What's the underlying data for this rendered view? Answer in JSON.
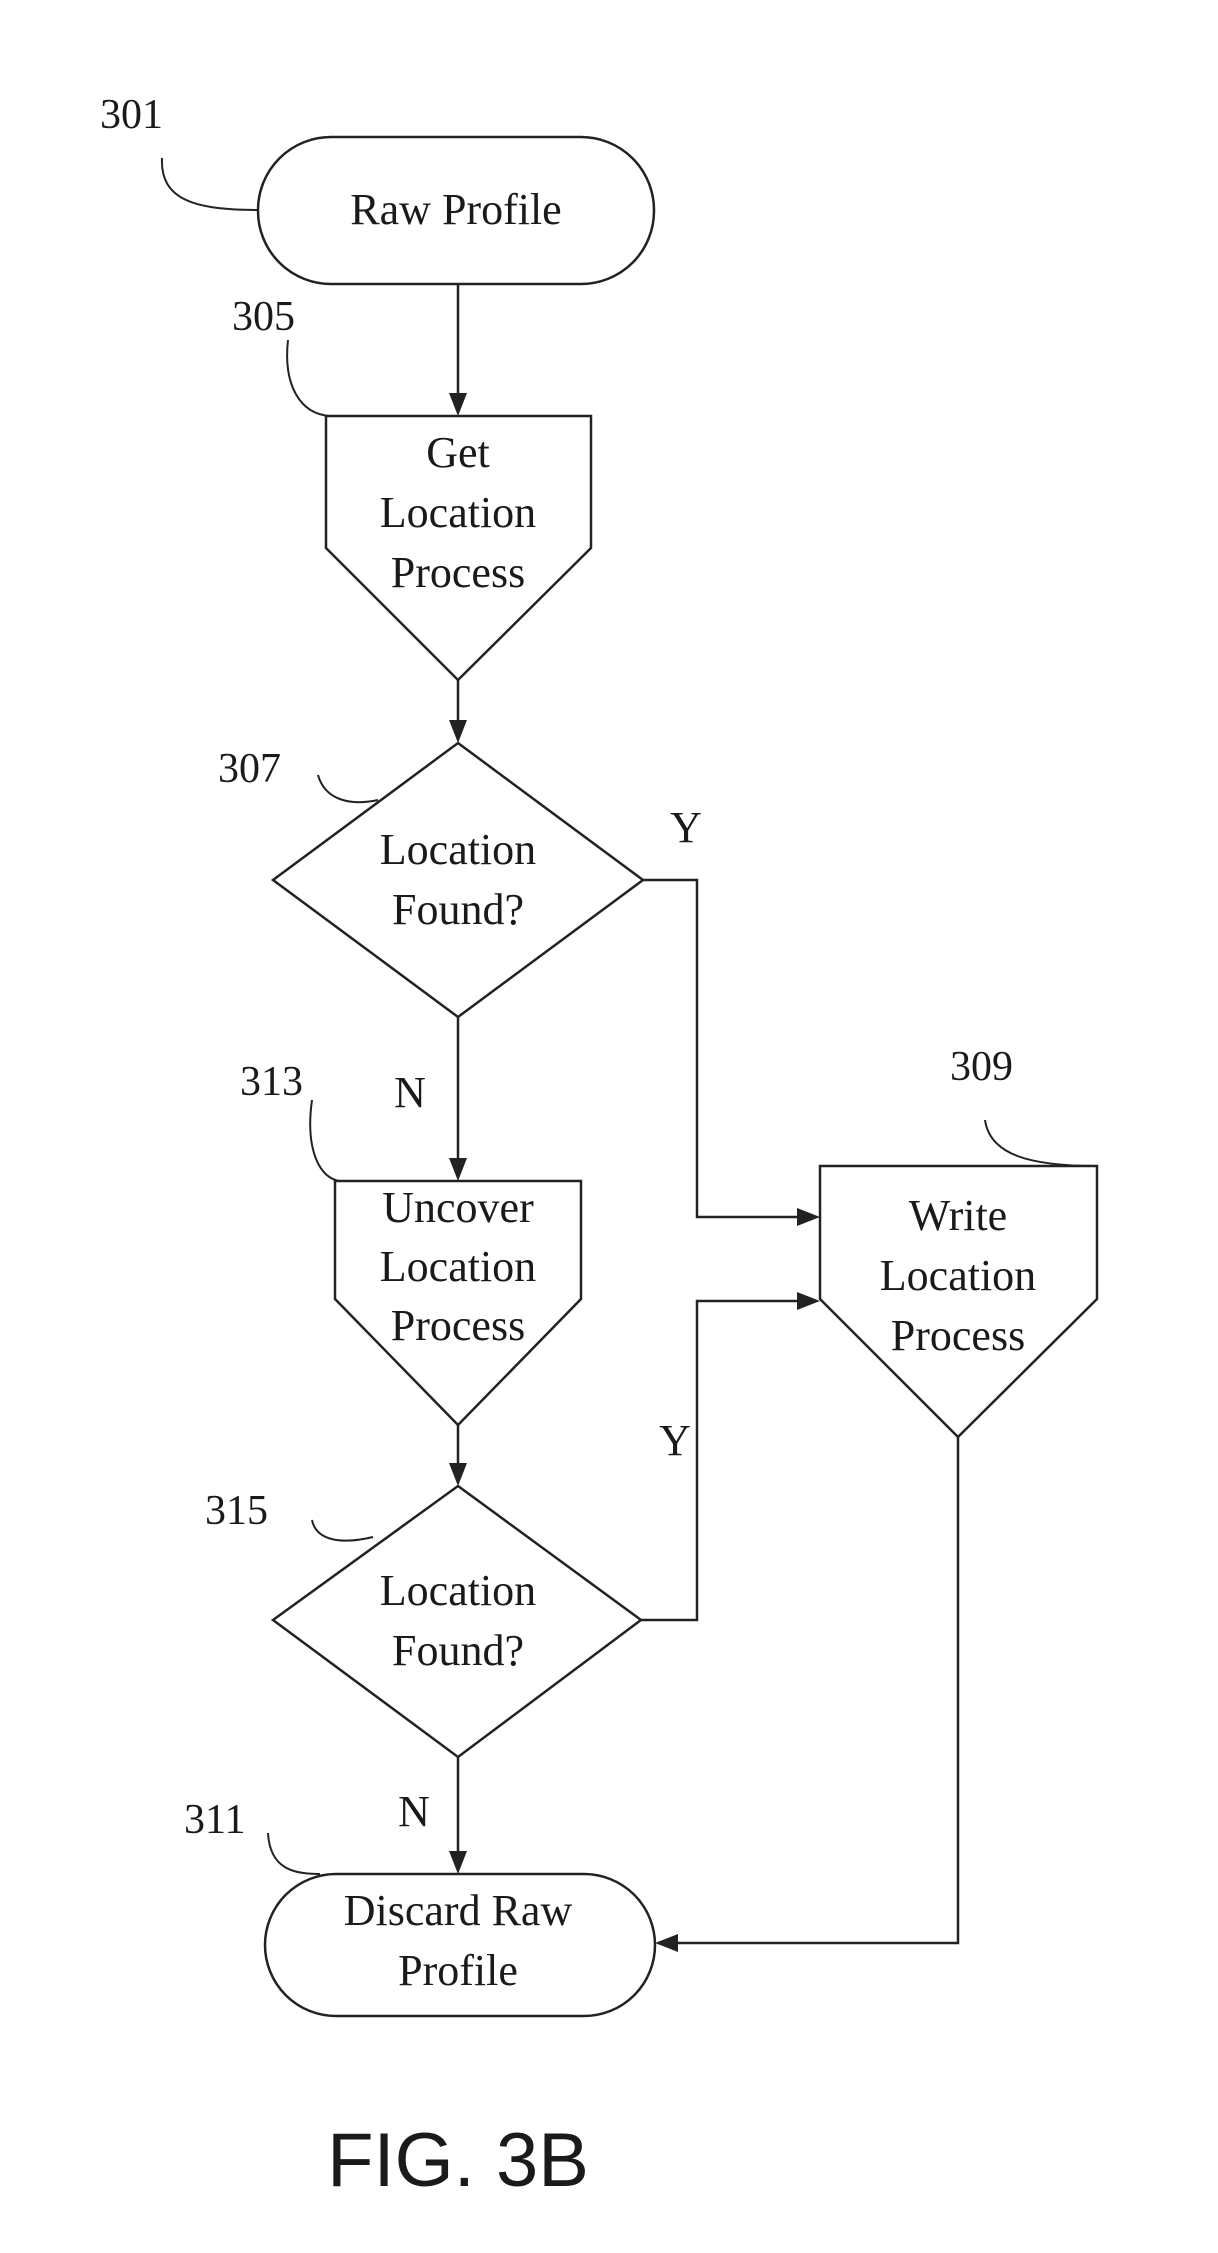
{
  "refs": {
    "r301": "301",
    "r305": "305",
    "r307": "307",
    "r309": "309",
    "r311": "311",
    "r313": "313",
    "r315": "315"
  },
  "nodes": {
    "raw_profile": "Raw Profile",
    "get_location": [
      "Get",
      "Location",
      "Process"
    ],
    "decision_1": [
      "Location",
      "Found?"
    ],
    "uncover_location": [
      "Uncover",
      "Location",
      "Process"
    ],
    "decision_2": [
      "Location",
      "Found?"
    ],
    "write_location": [
      "Write",
      "Location",
      "Process"
    ],
    "discard": [
      "Discard Raw",
      "Profile"
    ]
  },
  "edge_labels": {
    "d1_yes": "Y",
    "d1_no": "N",
    "d2_yes": "Y",
    "d2_no": "N"
  },
  "figure_label": "FIG. 3B"
}
